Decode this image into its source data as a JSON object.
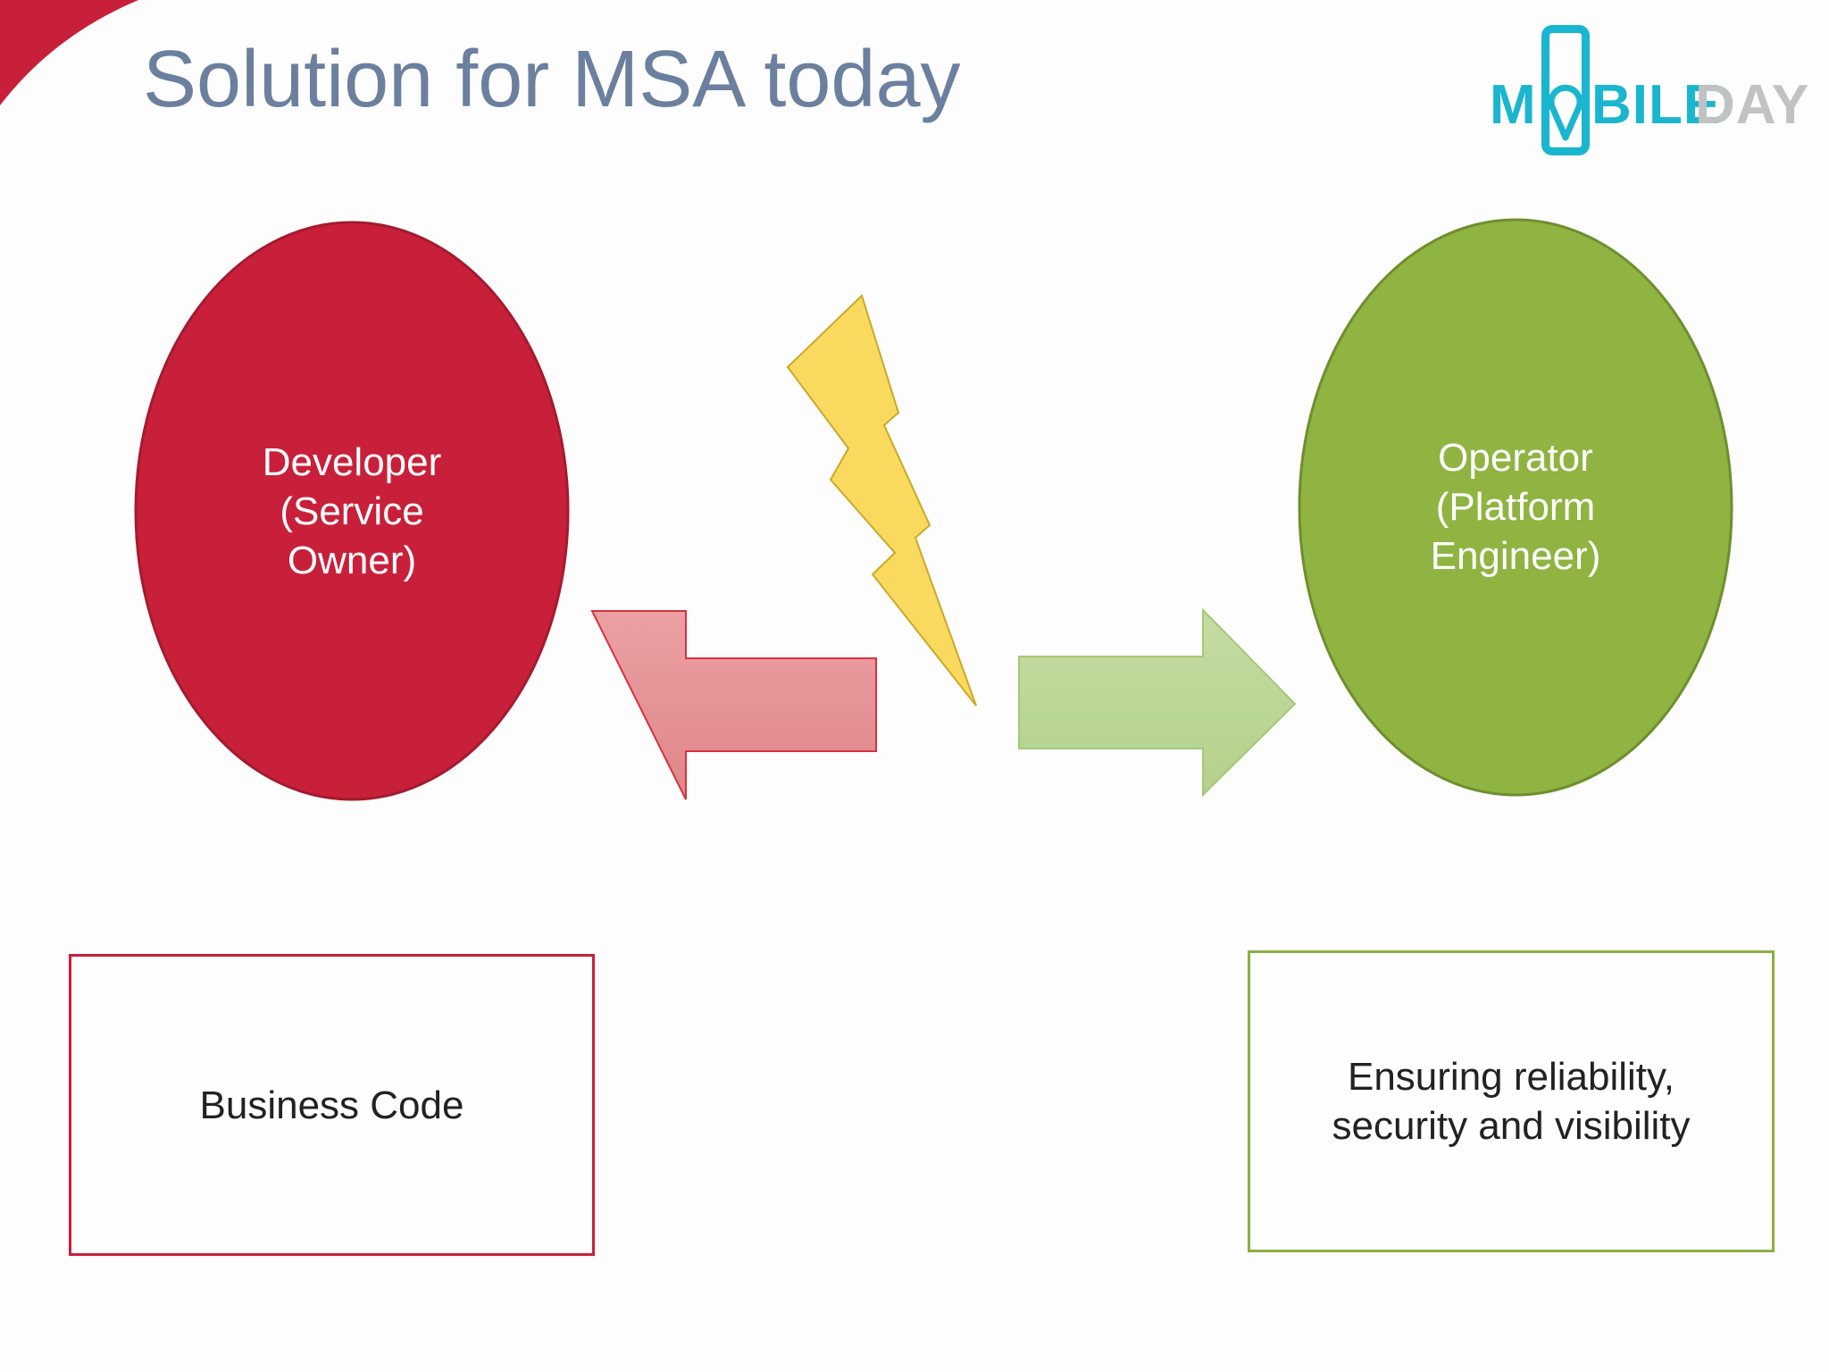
{
  "slide": {
    "title": "Solution for MSA today"
  },
  "logo": {
    "part1": "M",
    "part2": "BILE",
    "part3": "DAY"
  },
  "diagram": {
    "developer_label": "Developer\n(Service\nOwner)",
    "operator_label": "Operator\n(Platform\nEngineer)",
    "business_box": "Business Code",
    "operator_box": "Ensuring reliability,\nsecurity and visibility"
  },
  "colors": {
    "developer": "#c8203a",
    "operator": "#8fb441",
    "title": "#6b7f9e",
    "logo_teal": "#1ab5cf",
    "logo_gray": "#c0c2c4",
    "lightning": "#f9da5e"
  }
}
